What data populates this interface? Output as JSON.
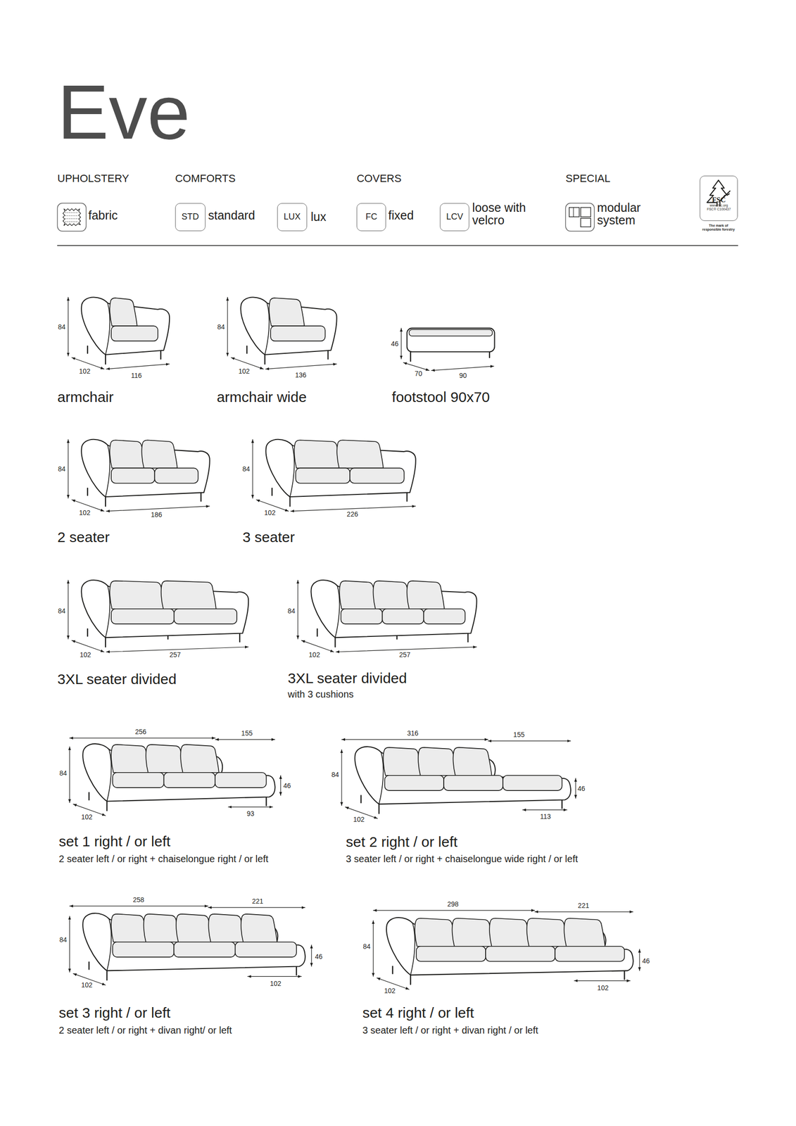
{
  "diagram": {
    "title": "Eve",
    "nodes": [
      {
        "text": [
          "STD"
        ]
      },
      {
        "text": [
          "LUX"
        ]
      },
      {
        "text": [
          "FC"
        ]
      },
      {
        "text": [
          "LCV"
        ]
      },
      {
        "text": [
          "FSC",
          "www.fsc.org",
          "FSC® C100437"
        ]
      }
    ],
    "labels": [
      "UPHOLSTERY",
      "COMFORTS",
      "COVERS",
      "SPECIAL",
      "fabric",
      "standard",
      "lux",
      "fixed",
      "loose with velcro",
      "modular system",
      "The mark of responsible forestry",
      "84",
      "102",
      "116",
      "armchair",
      "84",
      "102",
      "136",
      "armchair wide",
      "46",
      "70",
      "90",
      "footstool 90x70",
      "84",
      "102",
      "186",
      "2 seater",
      "84",
      "102",
      "226",
      "3 seater",
      "84",
      "102",
      "257",
      "3XL seater divided",
      "84",
      "102",
      "257",
      "3XL seater divided",
      "with 3 cushions",
      "256",
      "155",
      "84",
      "46",
      "102",
      "93",
      "set 1 right / or left",
      "2 seater left / or right + chaiselongue right / or left",
      "316",
      "155",
      "84",
      "46",
      "102",
      "113",
      "set 2 right / or left",
      "3 seater left / or right + chaiselongue wide right / or left",
      "258",
      "221",
      "84",
      "46",
      "102",
      "102",
      "set 3 right / or left",
      "2 seater left / or right + divan right/ or left",
      "298",
      "221",
      "84",
      "46",
      "102",
      "102",
      "set 4 right / or left",
      "3 seater left / or right + divan right / or left"
    ]
  }
}
